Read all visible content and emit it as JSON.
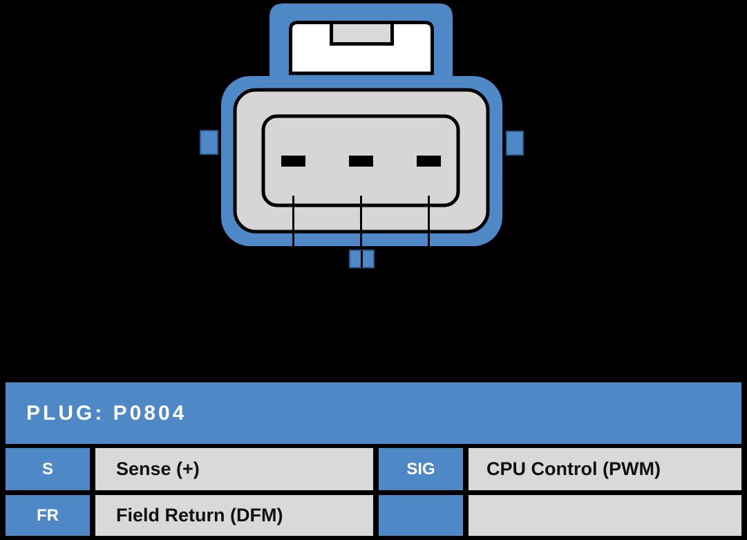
{
  "page": {
    "background": "#000000"
  },
  "connector": {
    "description": "3-pin alternator plug, front view",
    "pin_count": 3,
    "colors": {
      "housing_blue": "#4f88c7",
      "outline_blue": "#2d5a8e",
      "housing_gray": "#d6d6d6",
      "notch_gray": "#d9d9d9",
      "latch_white": "#ffffff",
      "cavity_black": "#000000"
    }
  },
  "table": {
    "title": "PLUG: P0804",
    "colors": {
      "header_bg": "#4f88c7",
      "pin_cell_bg": "#4f88c7",
      "desc_cell_bg": "#d9d9d9",
      "frame": "#000000",
      "header_text": "#ffffff",
      "pin_text": "#ffffff",
      "desc_text": "#111111"
    },
    "rows": [
      {
        "pin1": "S",
        "desc1": "Sense (+)",
        "pin2": "SIG",
        "desc2": "CPU Control (PWM)"
      },
      {
        "pin1": "FR",
        "desc1": "Field Return (DFM)",
        "pin2": "",
        "desc2": ""
      }
    ]
  }
}
